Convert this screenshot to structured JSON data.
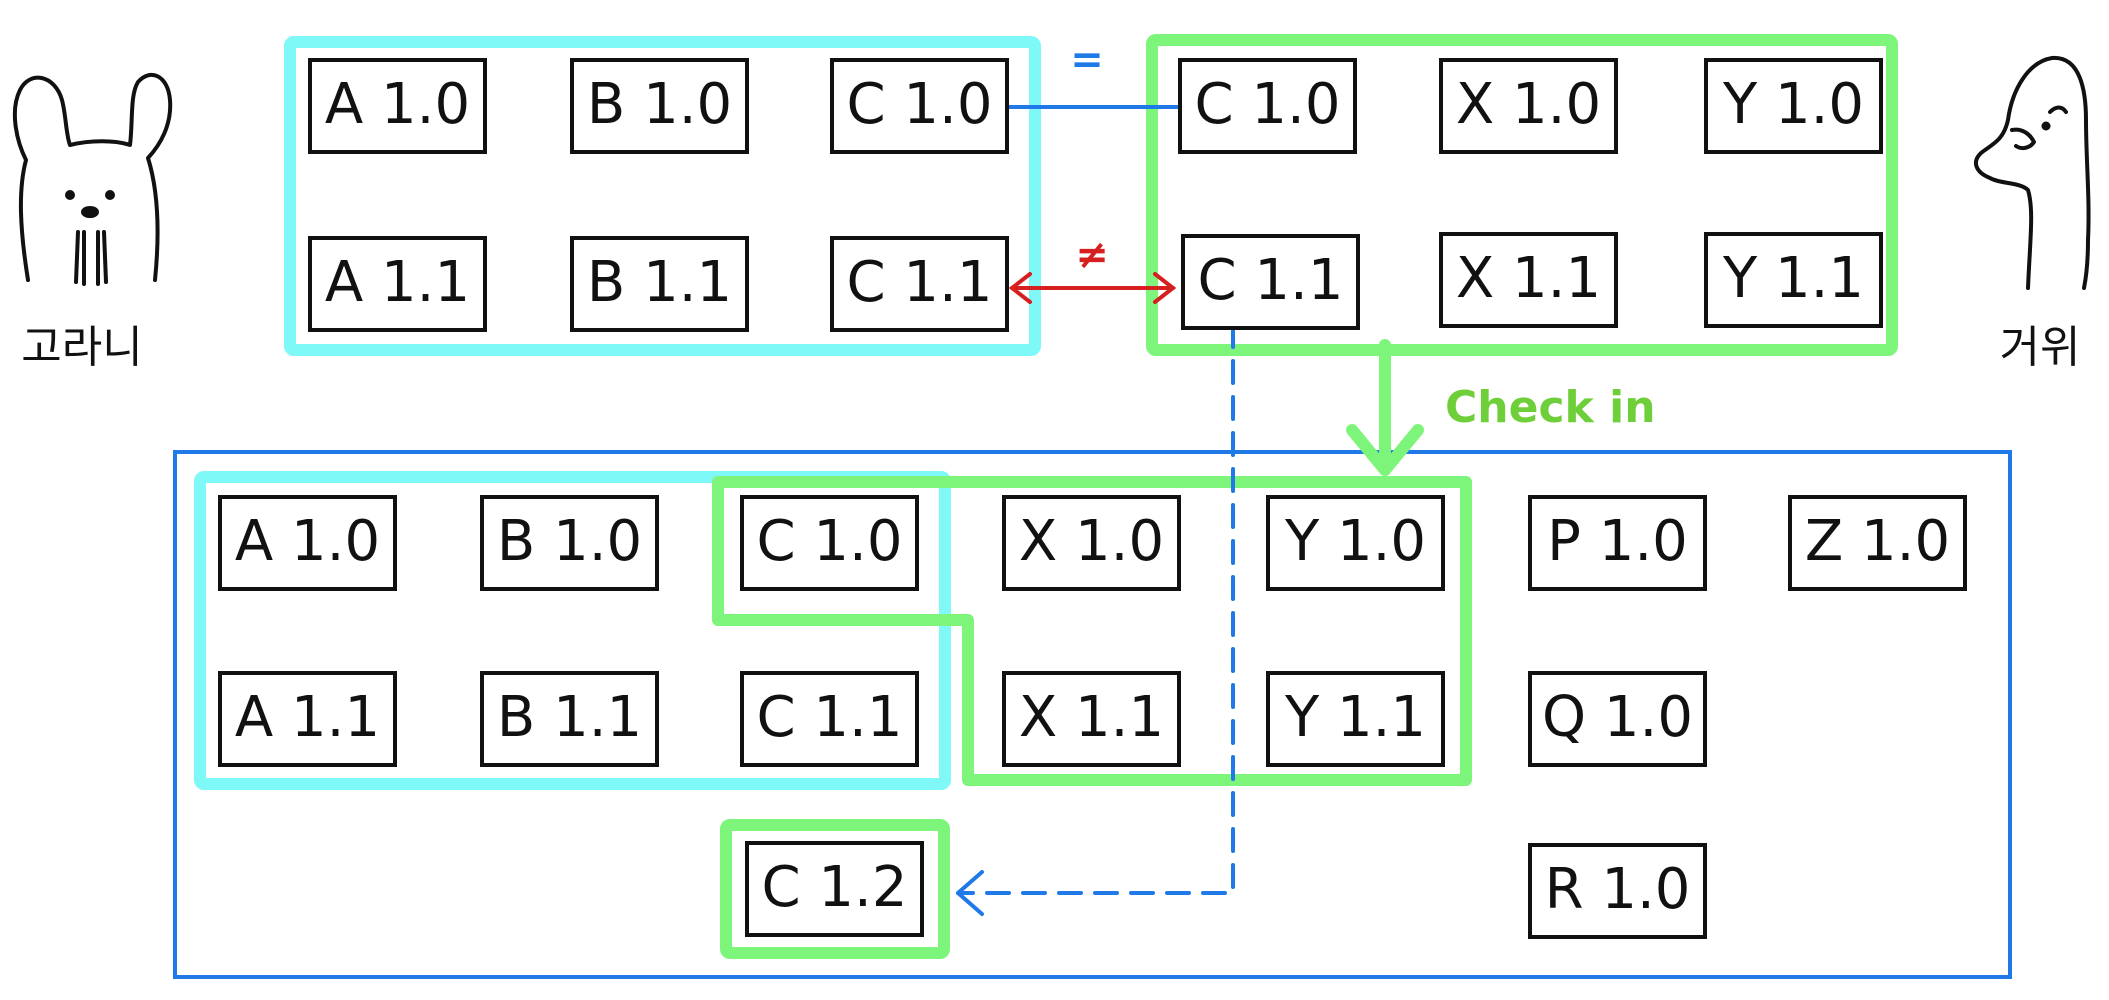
{
  "people": {
    "left": {
      "label": "고라니",
      "icon": "water-deer-icon"
    },
    "right": {
      "label": "거위",
      "icon": "goose-icon"
    }
  },
  "symbols": {
    "equal": "=",
    "not_equal": "≠"
  },
  "check_in_label": "Check in",
  "colors": {
    "cyan_group": "#7ff8f8",
    "green_group": "#7df57a",
    "repo_border": "#1f7ae8",
    "equal_line": "#1f7ae8",
    "not_equal_arrow": "#d61f1f",
    "checkin_arrow": "#7df57a",
    "checkin_text": "#6fcf3a",
    "dashed_arrow": "#1f7ae8"
  },
  "nodes": {
    "left_top": {
      "A10": "A 1.0",
      "B10": "B 1.0",
      "C10": "C 1.0",
      "A11": "A 1.1",
      "B11": "B 1.1",
      "C11": "C 1.1"
    },
    "right_top": {
      "C10": "C 1.0",
      "X10": "X 1.0",
      "Y10": "Y 1.0",
      "C11": "C 1.1",
      "X11": "X 1.1",
      "Y11": "Y 1.1"
    },
    "repo": {
      "A10": "A 1.0",
      "B10": "B 1.0",
      "C10": "C 1.0",
      "X10": "X 1.0",
      "Y10": "Y 1.0",
      "P10": "P 1.0",
      "Z10": "Z 1.0",
      "A11": "A 1.1",
      "B11": "B 1.1",
      "C11": "C 1.1",
      "X11": "X 1.1",
      "Y11": "Y 1.1",
      "Q10": "Q 1.0",
      "C12": "C 1.2",
      "R10": "R 1.0"
    }
  }
}
